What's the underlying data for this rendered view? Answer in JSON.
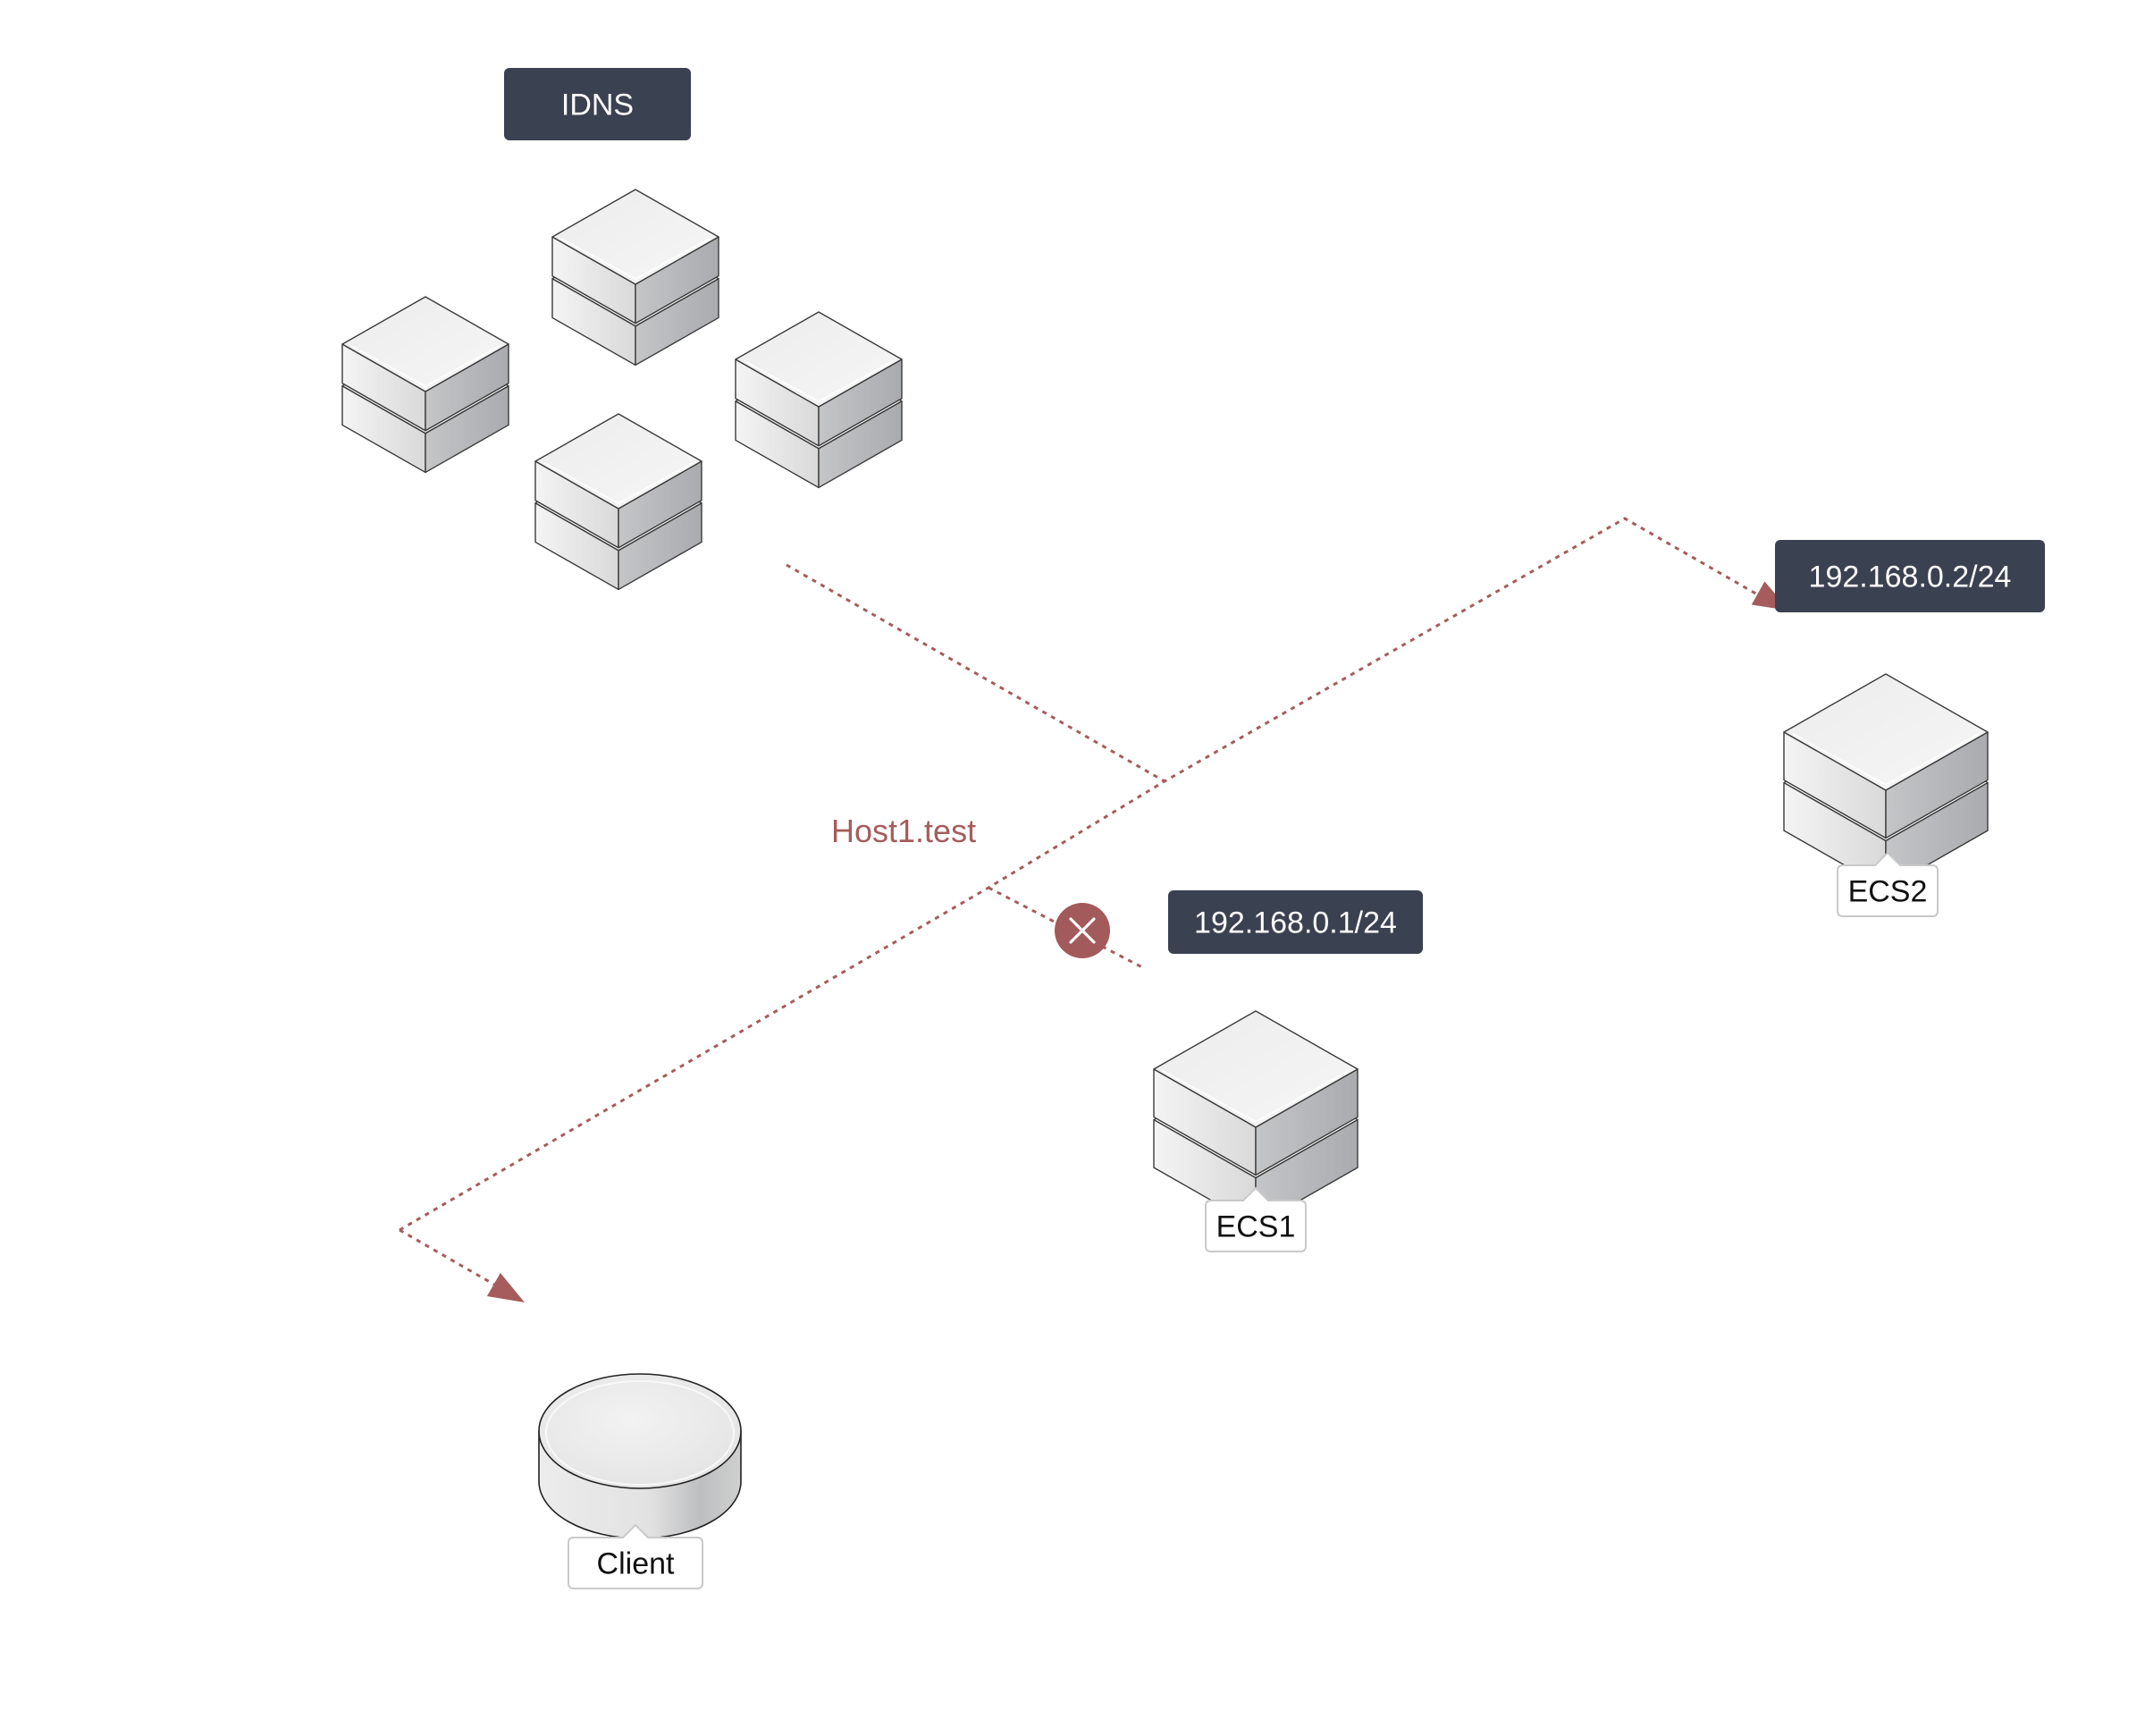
{
  "diagram": {
    "title": "IDNS resolution topology",
    "colors": {
      "tag_background": "#3a4150",
      "tag_text": "#ffffff",
      "flow_line": "#a65c5c",
      "error_badge": "#a35a5a",
      "box_outline": "#111111",
      "floor_fill": "#f3f3f3",
      "guide_line": "#c8c8c8"
    },
    "nodes": [
      {
        "id": "idns",
        "tag": "IDNS",
        "name": "",
        "kind": "server-cluster",
        "icon": "server-stack-icon",
        "server_count": 4
      },
      {
        "id": "ecs1",
        "tag": "192.168.0.1/24",
        "name": "ECS1",
        "kind": "server",
        "icon": "server-stack-icon"
      },
      {
        "id": "ecs2",
        "tag": "192.168.0.2/24",
        "name": "ECS2",
        "kind": "server",
        "icon": "server-stack-icon"
      },
      {
        "id": "client",
        "tag": "",
        "name": "Client",
        "kind": "client",
        "icon": "client-disk-icon"
      }
    ],
    "edges": [
      {
        "id": "idns-to-junction",
        "from": "idns",
        "to": "junction",
        "style": "dotted",
        "arrow": false
      },
      {
        "id": "client-to-ecs2",
        "from": "junction",
        "to": "ecs2",
        "style": "dotted",
        "arrow": true
      },
      {
        "id": "junction-to-client",
        "from": "junction",
        "to": "client",
        "style": "dotted",
        "arrow": true
      },
      {
        "id": "junction-to-ecs1",
        "from": "junction",
        "to": "ecs1",
        "style": "dotted",
        "arrow": false,
        "blocked": true,
        "badge_icon": "close-icon"
      }
    ],
    "edge_label": "Host1.test"
  }
}
